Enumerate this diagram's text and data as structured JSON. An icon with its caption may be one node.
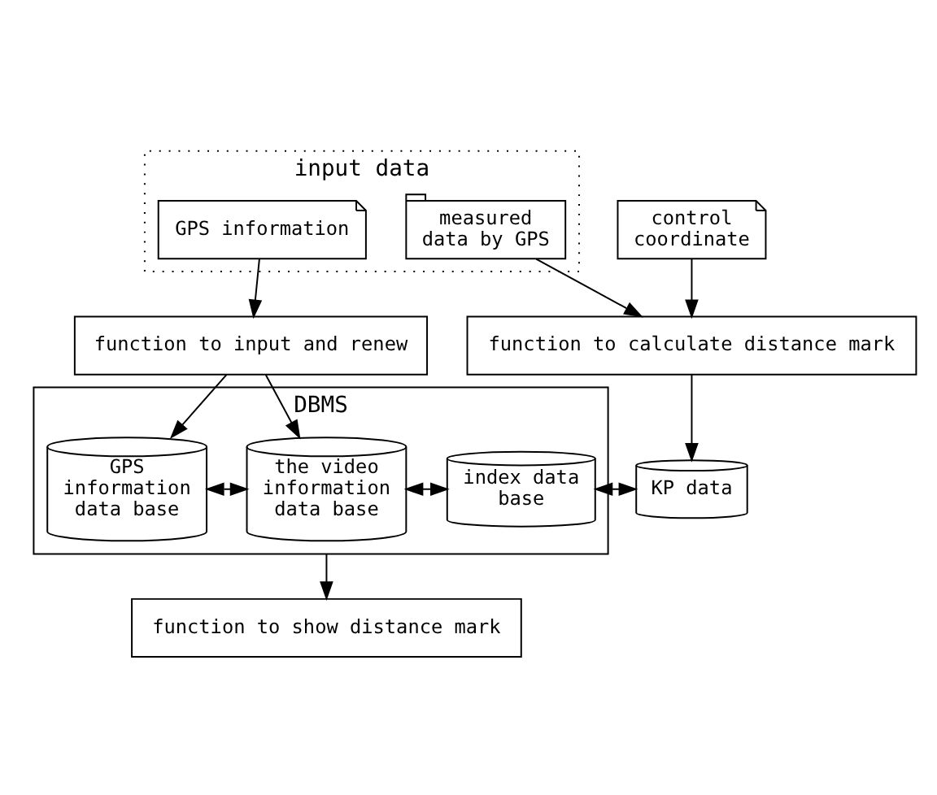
{
  "diagram": {
    "nodes": [
      {
        "text": [
          "input data"
        ]
      },
      {
        "text": [
          "GPS information"
        ],
        "in": 0
      },
      {
        "text": [
          "measured data by GPS"
        ],
        "in": 0
      },
      {
        "text": [
          "control coordinate"
        ]
      },
      {
        "text": [
          "function to input and renew"
        ]
      },
      {
        "text": [
          "function to calculate distance mark"
        ]
      },
      {
        "text": [
          "DBMS"
        ]
      },
      {
        "text": [
          "GPS information data base"
        ],
        "in": 6
      },
      {
        "text": [
          "the video information data base"
        ],
        "in": 6
      },
      {
        "text": [
          "index data base"
        ],
        "in": 6
      },
      {
        "text": [
          "KP data"
        ]
      },
      {
        "text": [
          "function to show distance mark"
        ]
      }
    ],
    "edges": [
      {
        "from": 1,
        "to": 4,
        "arrow": "to"
      },
      {
        "from": 2,
        "to": 5,
        "arrow": "to"
      },
      {
        "from": 3,
        "to": 5,
        "arrow": "to"
      },
      {
        "from": 4,
        "to": 7,
        "arrow": "to"
      },
      {
        "from": 4,
        "to": 8,
        "arrow": "to"
      },
      {
        "from": 5,
        "to": 10,
        "arrow": "to"
      },
      {
        "from": 7,
        "to": 8,
        "arrow": "both"
      },
      {
        "from": 8,
        "to": 9,
        "arrow": "both"
      },
      {
        "from": 9,
        "to": 10,
        "arrow": "both"
      },
      {
        "from": 6,
        "to": 11,
        "arrow": "to"
      }
    ]
  }
}
